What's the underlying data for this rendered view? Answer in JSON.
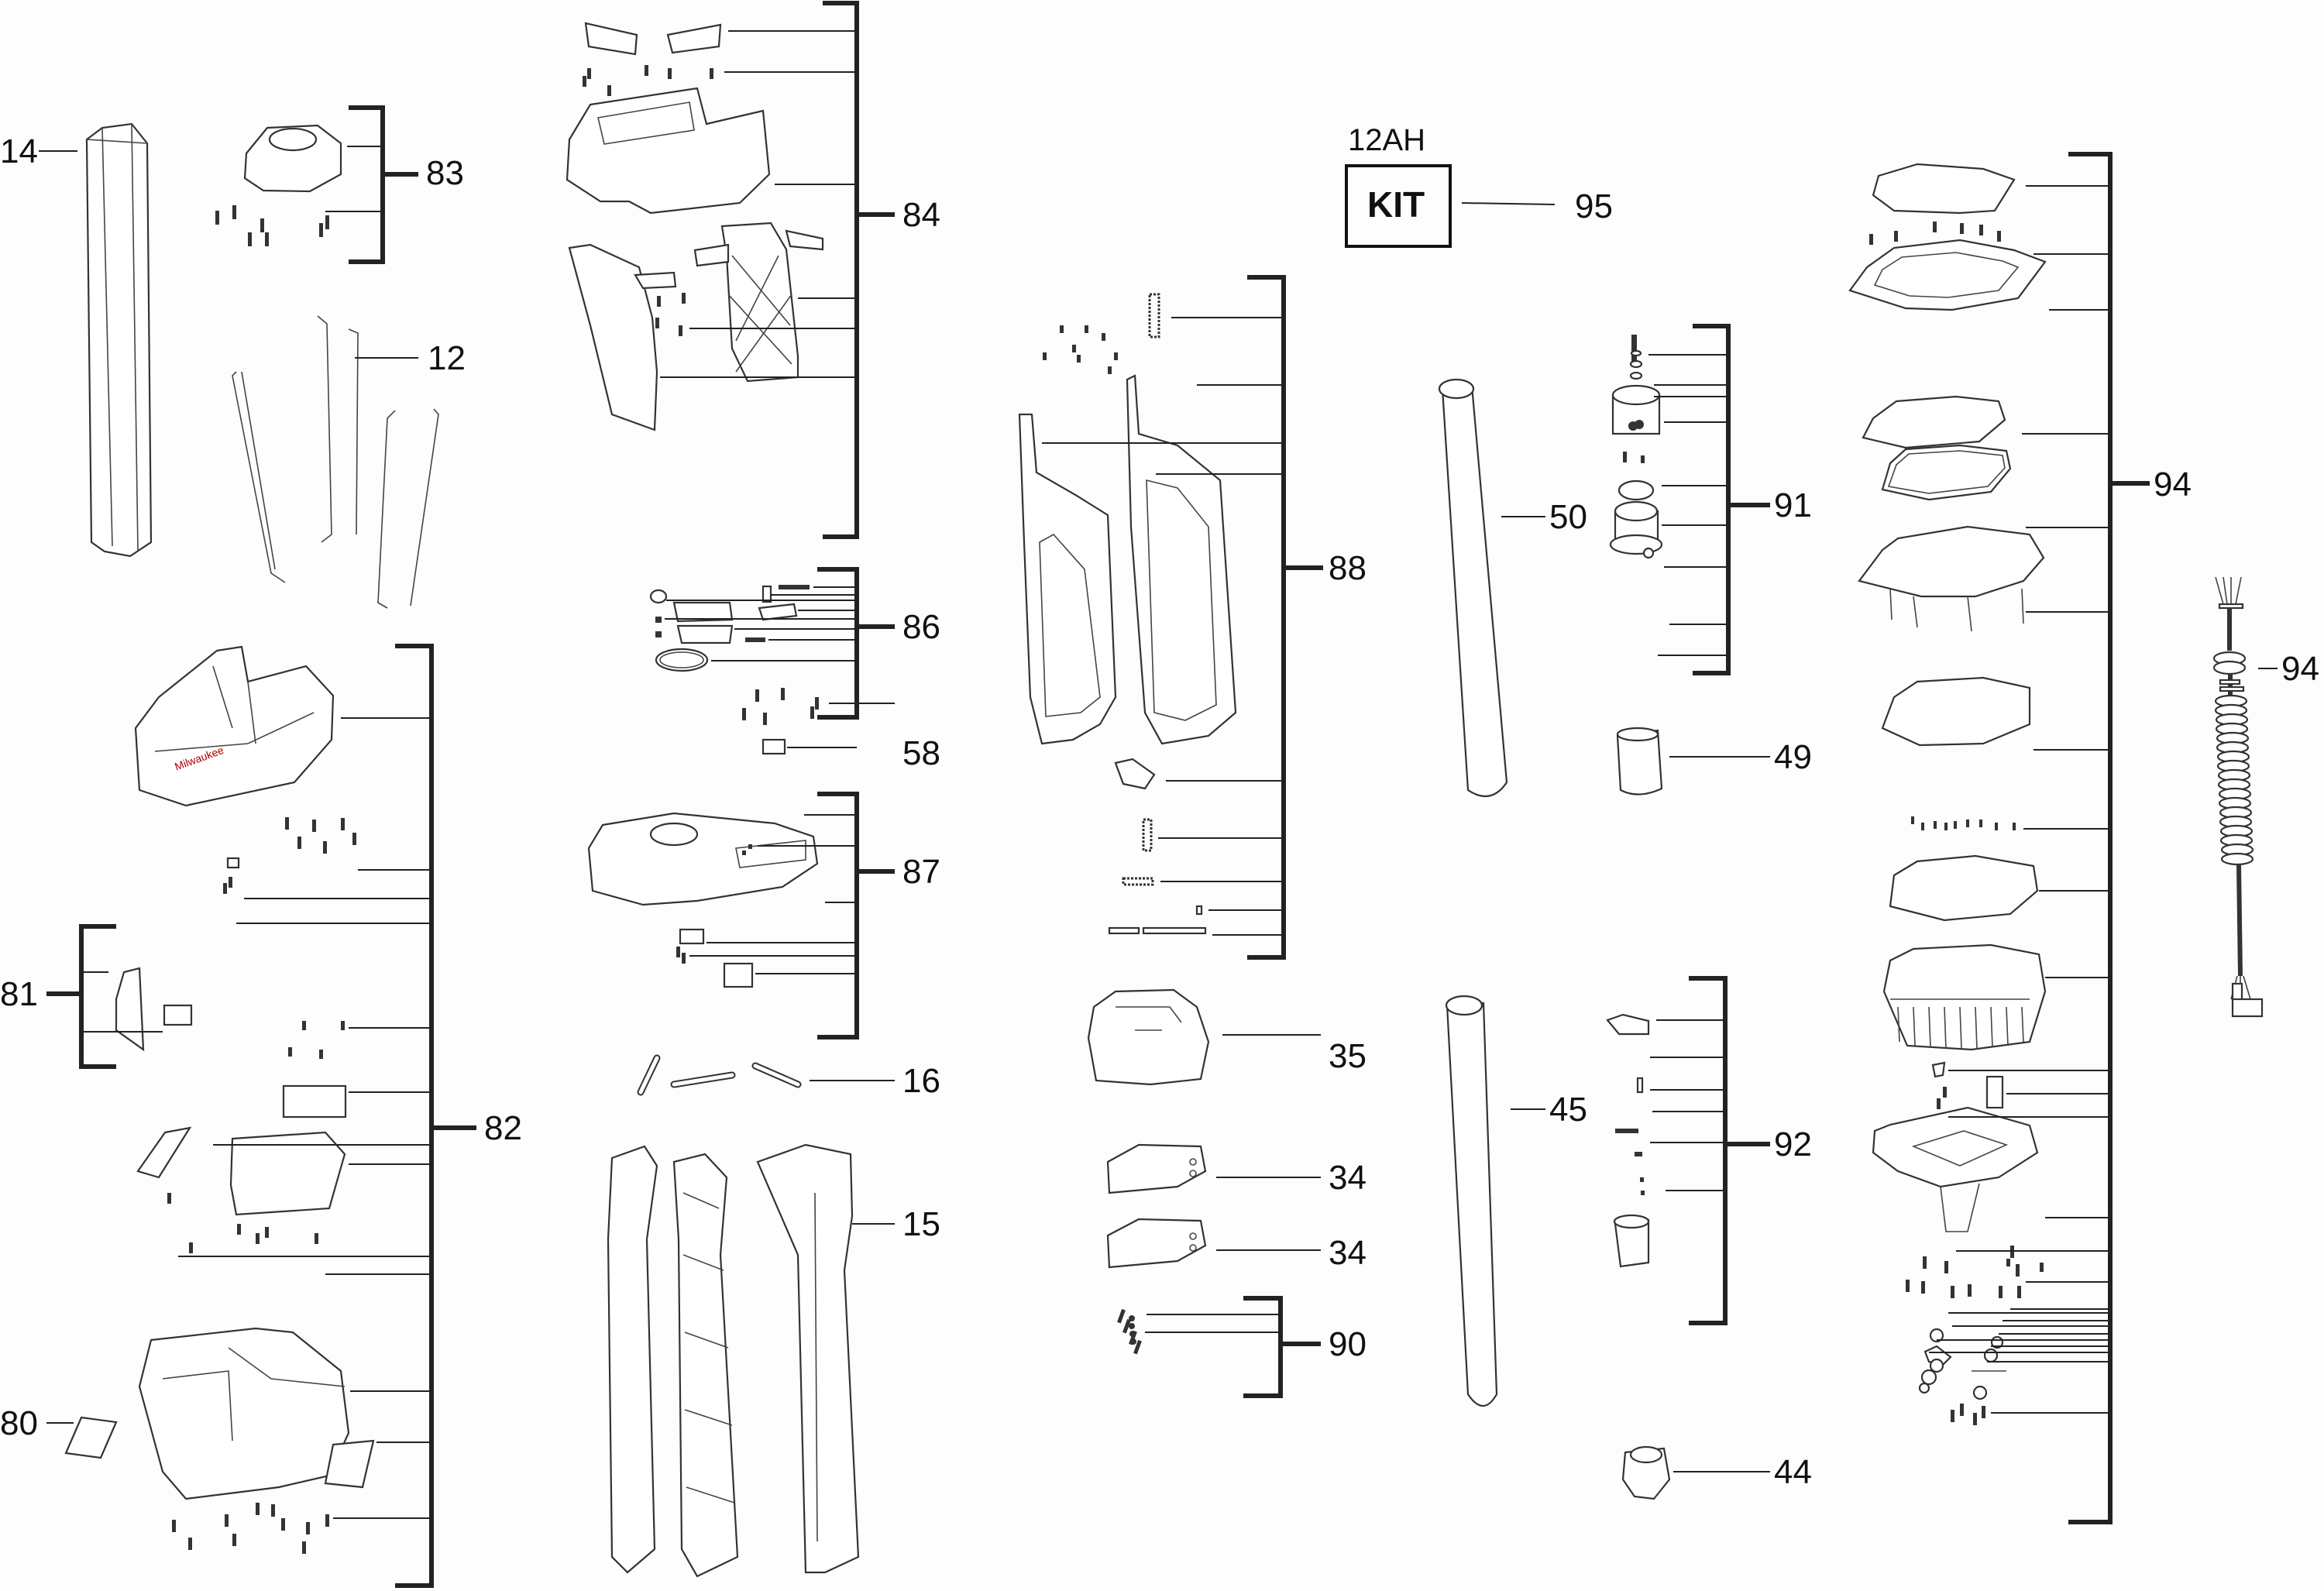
{
  "diagram": {
    "type": "exploded-parts-diagram",
    "colors": {
      "ink": "#222222",
      "background": "#fdfdfd"
    },
    "kit": {
      "caption": "12AH",
      "box_label": "KIT",
      "callout": "95"
    },
    "callouts": {
      "c14": "14",
      "c83": "83",
      "c12": "12",
      "c84": "84",
      "c86": "86",
      "c58": "58",
      "c87": "87",
      "c16": "16",
      "c15": "15",
      "c82": "82",
      "c81": "81",
      "c80": "80",
      "c88": "88",
      "c50": "50",
      "c91": "91",
      "c49": "49",
      "c35": "35",
      "c34a": "34",
      "c34b": "34",
      "c90": "90",
      "c45": "45",
      "c92": "92",
      "c44": "44",
      "c94": "94",
      "c94cord": "94"
    }
  }
}
